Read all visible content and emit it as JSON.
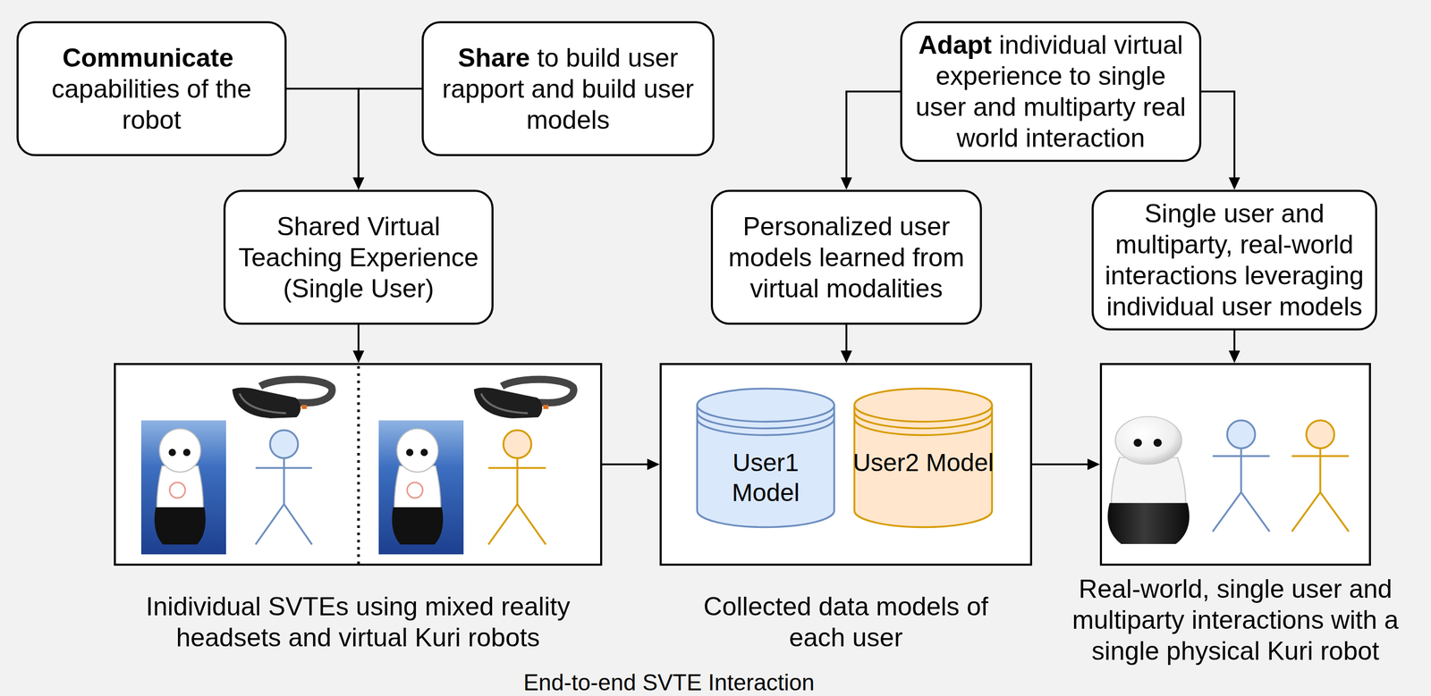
{
  "diagram": {
    "caption": "End-to-end SVTE Interaction",
    "nodes": [
      {
        "text": [
          "Communicate",
          "capabilities of the robot"
        ]
      },
      {
        "text": [
          "Share",
          "to build user rapport and build user models"
        ]
      },
      {
        "text": [
          "Adapt",
          "individual virtual experience to single user and multiparty real world interaction"
        ]
      },
      {
        "text": [
          "Shared Virtual Teaching Experience (Single User)"
        ]
      },
      {
        "text": [
          "Personalized user models learned from virtual modalities"
        ]
      },
      {
        "text": [
          "Single user and multiparty, real-world interactions leveraging individual user models"
        ]
      },
      {
        "text": [
          "Inidividual SVTEs using mixed reality headsets and virtual Kuri robots"
        ]
      },
      {
        "text": [
          "Collected data models of each user"
        ]
      },
      {
        "text": [
          "User1 Model"
        ],
        "in": 7
      },
      {
        "text": [
          "User2 Model"
        ],
        "in": 7
      },
      {
        "text": [
          "Real-world, single user and multiparty interactions with a single physical Kuri robot"
        ]
      }
    ],
    "edges": [
      {
        "from": 0,
        "to": 3,
        "arrow": "to"
      },
      {
        "from": 1,
        "to": 3,
        "arrow": "to"
      },
      {
        "from": 2,
        "to": 4,
        "arrow": "to"
      },
      {
        "from": 2,
        "to": 5,
        "arrow": "to"
      },
      {
        "from": 3,
        "to": 6,
        "arrow": "to"
      },
      {
        "from": 4,
        "to": 7,
        "arrow": "to"
      },
      {
        "from": 5,
        "to": 10,
        "arrow": "to"
      },
      {
        "from": 6,
        "to": 7,
        "arrow": "to"
      },
      {
        "from": 7,
        "to": 10,
        "arrow": "to"
      }
    ]
  }
}
